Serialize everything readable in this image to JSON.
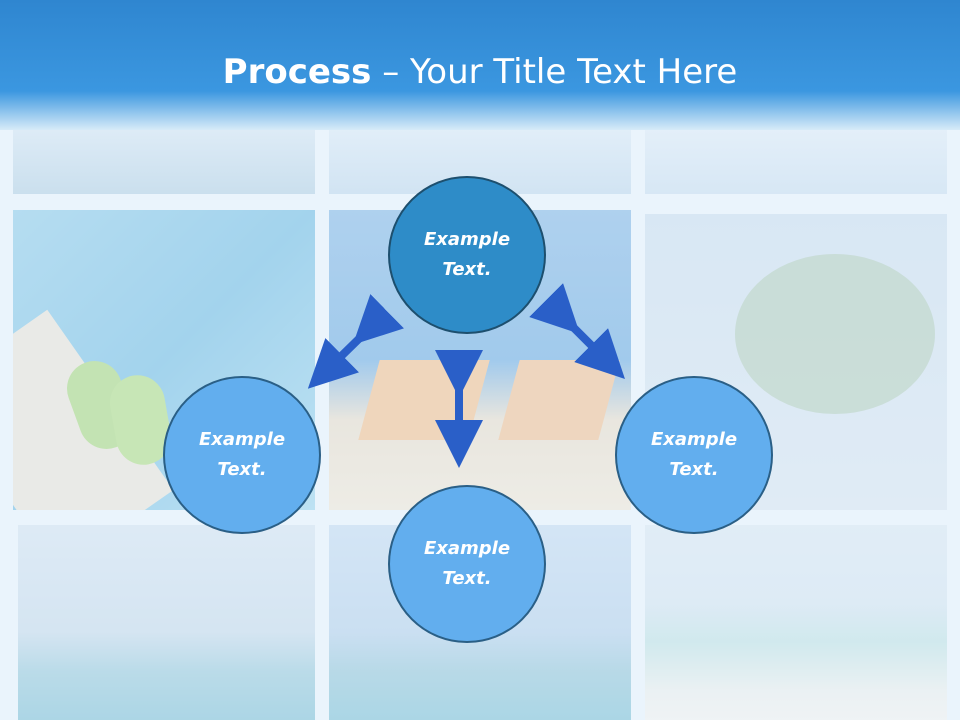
{
  "title": {
    "bold": "Process",
    "dash": " – ",
    "rest": "Your Title Text Here"
  },
  "nodes": [
    {
      "line1": "Example",
      "line2": "Text."
    },
    {
      "line1": "Example",
      "line2": "Text."
    },
    {
      "line1": "Example",
      "line2": "Text."
    },
    {
      "line1": "Example",
      "line2": "Text."
    }
  ],
  "colors": {
    "header": "#3b97e0",
    "node_top": "#2e8cc8",
    "node": "#62aeee",
    "arrow": "#2a5fc8"
  }
}
